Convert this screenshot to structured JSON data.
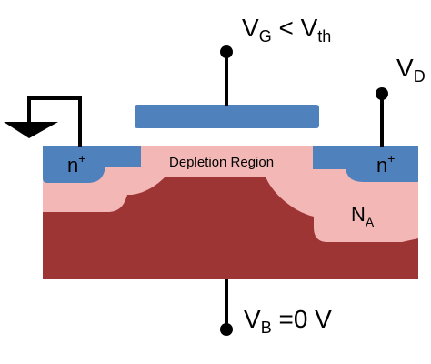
{
  "title": "",
  "colors": {
    "substrate": "#9e3535",
    "depletion": "#f3b7b6",
    "n_plus": "#4f81bd",
    "gate": "#4f81bd",
    "wire": "#000000",
    "text": "#000000",
    "background": "#ffffff"
  },
  "labels": {
    "gate_voltage": {
      "main": "V",
      "sub": "G",
      "rest": " < V",
      "sub2": "th"
    },
    "drain_voltage": {
      "main": "V",
      "sub": "D"
    },
    "bulk_voltage": {
      "main": "V",
      "sub": "B",
      "rest": " =0 V"
    },
    "source_region": {
      "main": "n",
      "sup": "+"
    },
    "drain_region": {
      "main": "n",
      "sup": "+"
    },
    "depletion_region": "Depletion Region",
    "acceptor_doping": {
      "main": "N",
      "sub": "A",
      "sup": "–"
    }
  },
  "icons": {
    "source_ground": "ground-icon",
    "gate_terminal": "terminal-dot-icon",
    "drain_terminal": "terminal-dot-icon",
    "bulk_terminal": "terminal-dot-icon"
  }
}
